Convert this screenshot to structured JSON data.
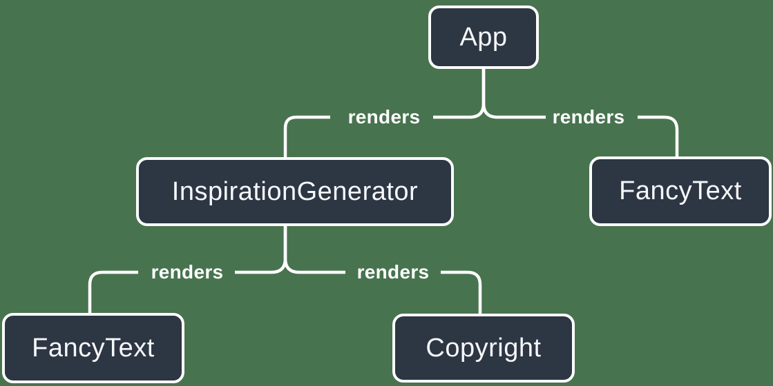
{
  "colors": {
    "background": "#48734F",
    "node-fill": "#2D3643",
    "node-border": "#FFFFFF",
    "node-text": "#F6F7F9",
    "line": "#FFFFFF",
    "edge-label-text": "#FFFFFF"
  },
  "nodes": [
    {
      "id": "app",
      "label": "App"
    },
    {
      "id": "inspiration-generator",
      "label": "InspirationGenerator"
    },
    {
      "id": "fancy-text-right",
      "label": "FancyText"
    },
    {
      "id": "fancy-text-bottom",
      "label": "FancyText"
    },
    {
      "id": "copyright",
      "label": "Copyright"
    }
  ],
  "edges": [
    {
      "from": "App",
      "to": "InspirationGenerator",
      "label": "renders"
    },
    {
      "from": "App",
      "to": "FancyText",
      "label": "renders"
    },
    {
      "from": "InspirationGenerator",
      "to": "FancyText",
      "label": "renders"
    },
    {
      "from": "InspirationGenerator",
      "to": "Copyright",
      "label": "renders"
    }
  ]
}
